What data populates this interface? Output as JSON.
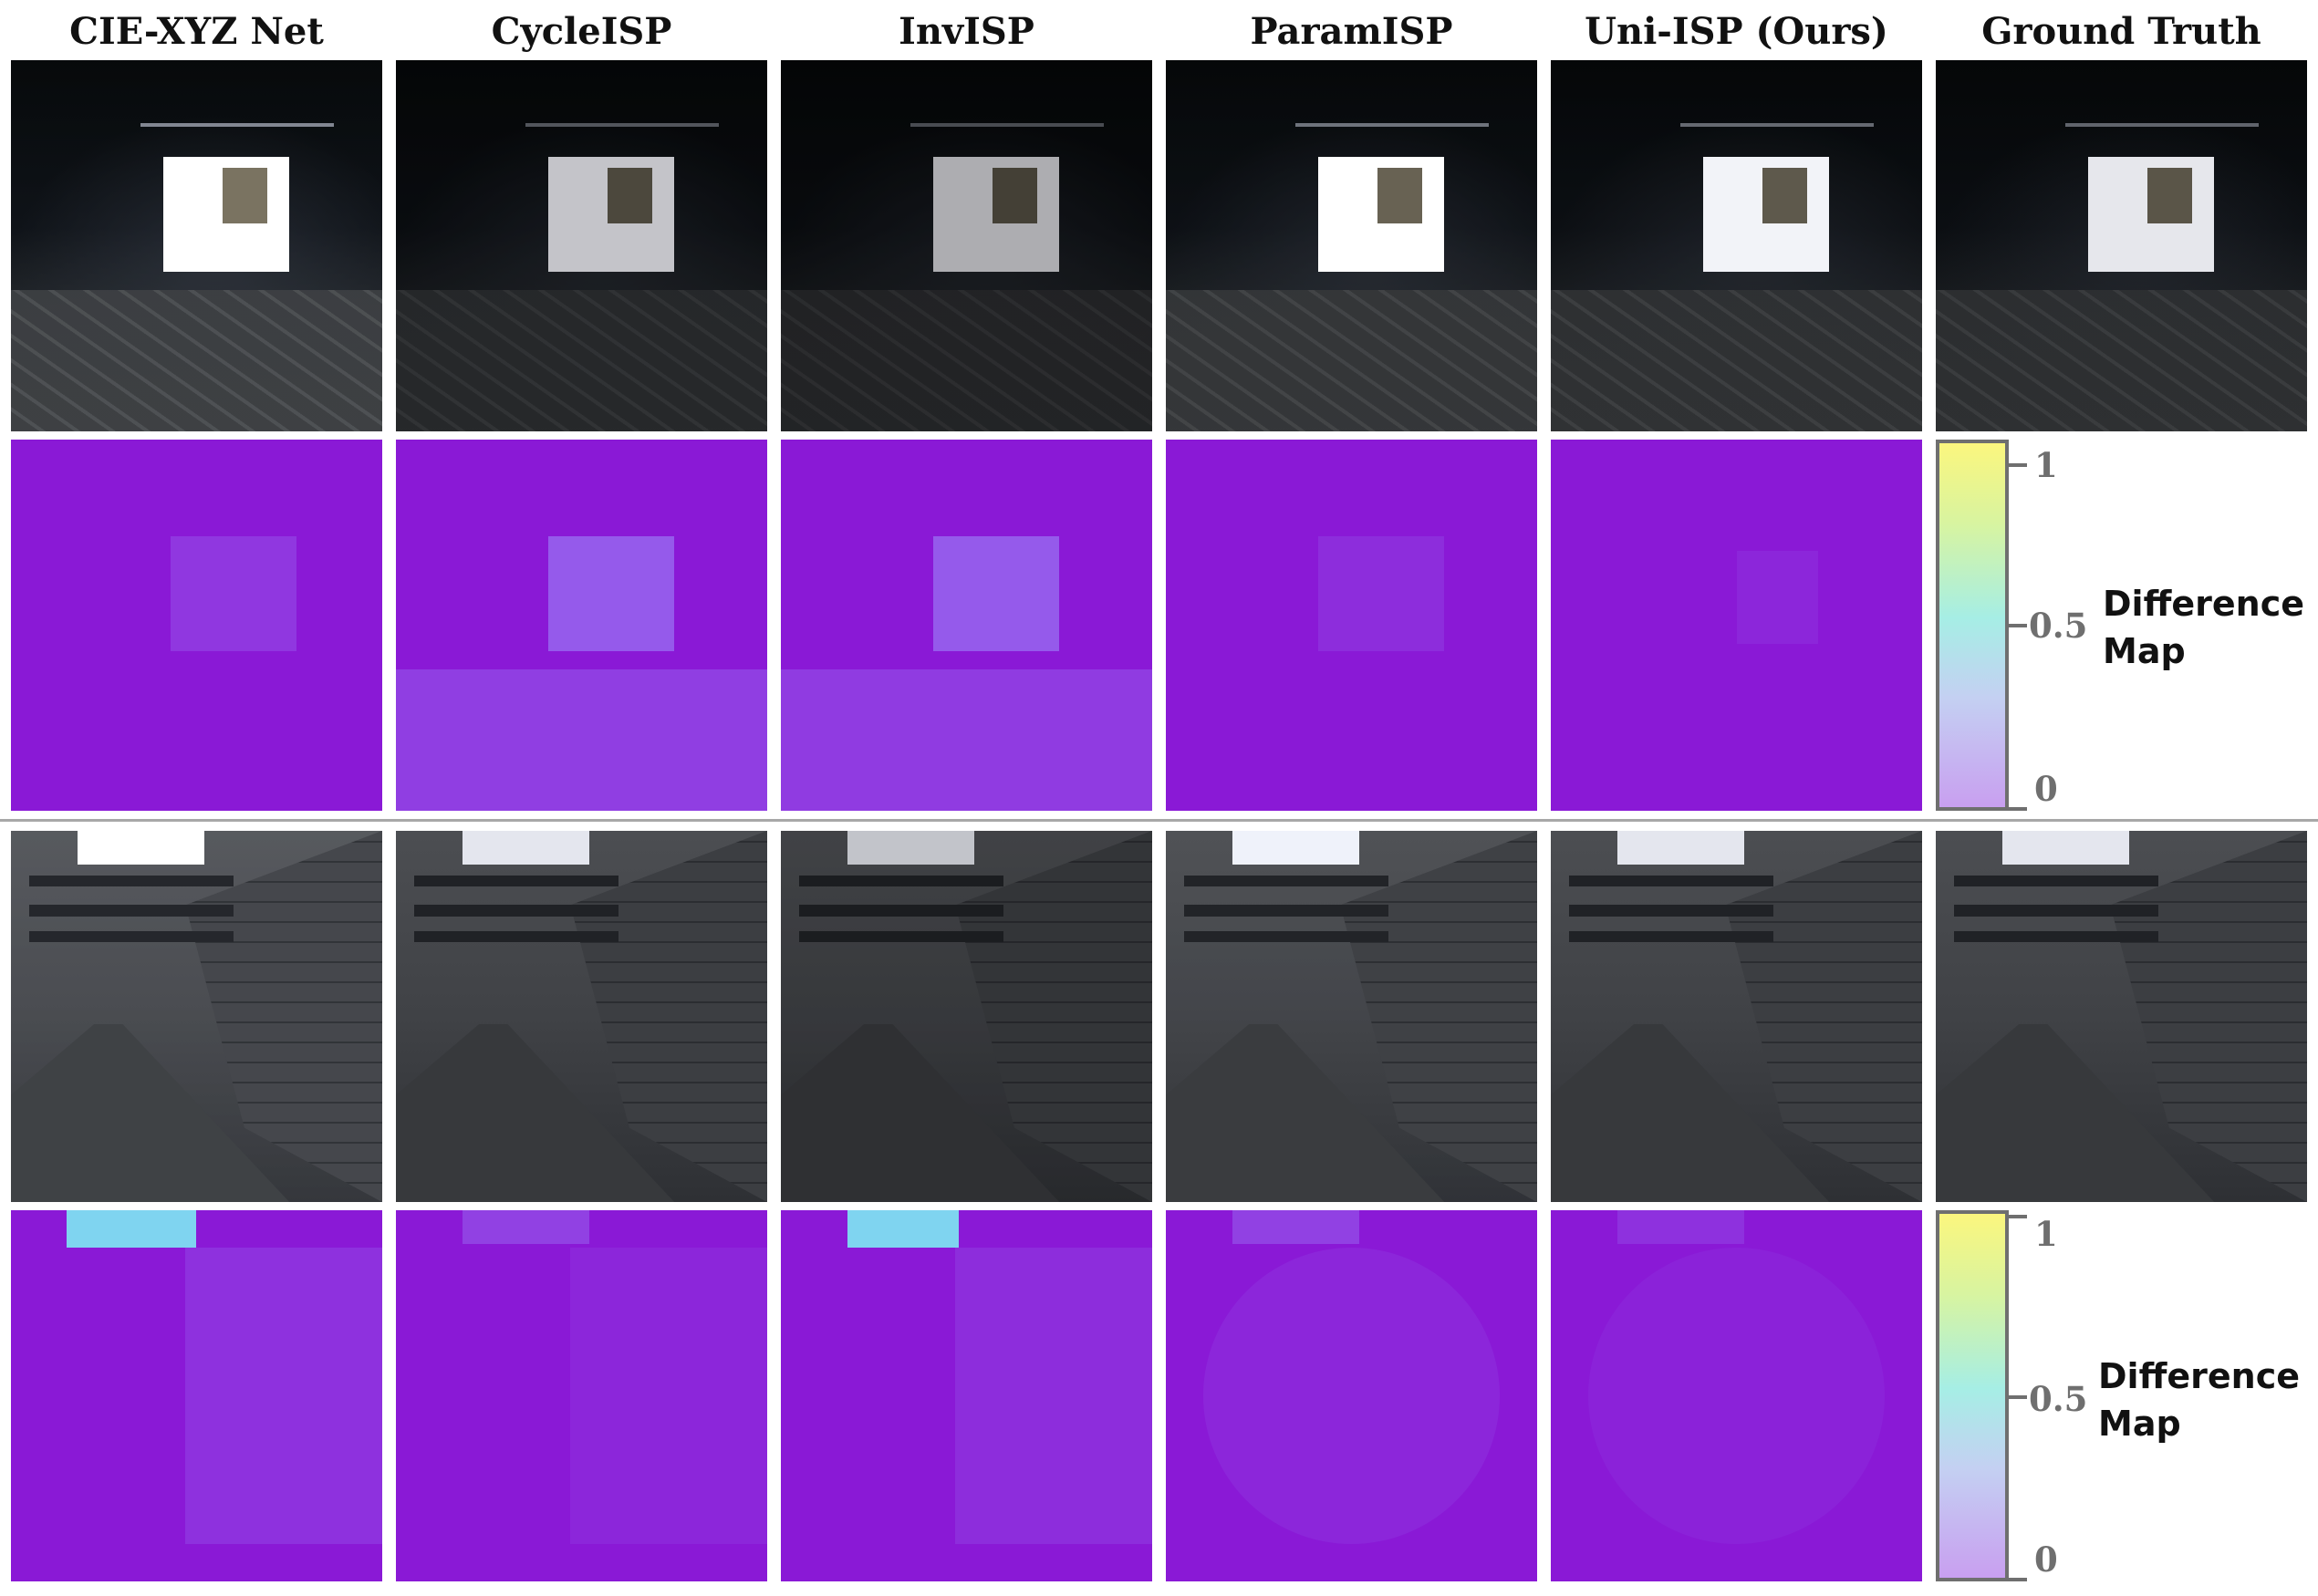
{
  "columns": [
    {
      "title": "CIE-XYZ Net"
    },
    {
      "title": "CycleISP"
    },
    {
      "title": "InvISP"
    },
    {
      "title": "ParamISP"
    },
    {
      "title": "Uni-ISP (Ours)"
    },
    {
      "title": "Ground Truth"
    }
  ],
  "colorbar": {
    "ticks": [
      "1",
      "0.5",
      "0"
    ],
    "label_line1": "Difference",
    "label_line2": "Map",
    "gradient_colors": [
      "#fbf67e",
      "#a6eee5",
      "#c89ff0"
    ]
  },
  "colors": {
    "difference_map_base": "#8a19d6",
    "divider": "#a8a8a8"
  }
}
